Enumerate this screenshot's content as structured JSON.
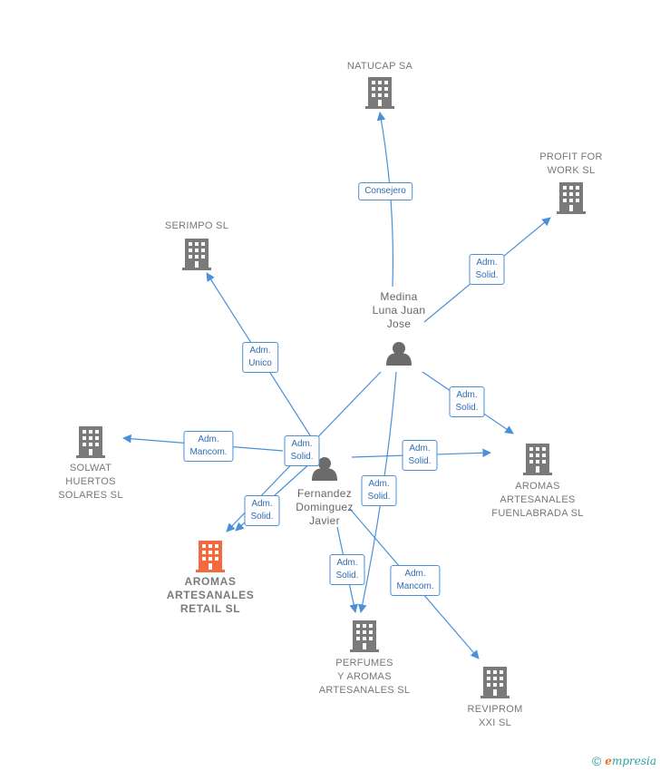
{
  "colors": {
    "edge": "#4a90d9",
    "company": "#7a7a7a",
    "company_main": "#f26a3d",
    "person": "#6b6b6b"
  },
  "nodes": [
    {
      "id": "natucap",
      "type": "company",
      "label": "NATUCAP SA"
    },
    {
      "id": "profit",
      "type": "company",
      "label": "PROFIT FOR\nWORK SL"
    },
    {
      "id": "serimpo",
      "type": "company",
      "label": "SERIMPO SL"
    },
    {
      "id": "medina",
      "type": "person",
      "label": "Medina\nLuna Juan\nJose"
    },
    {
      "id": "solwat",
      "type": "company",
      "label": "SOLWAT\nHUERTOS\nSOLARES SL"
    },
    {
      "id": "fernandez",
      "type": "person",
      "label": "Fernandez\nDominguez\nJavier"
    },
    {
      "id": "aromas_fuen",
      "type": "company",
      "label": "AROMAS\nARTESANALES\nFUENLABRADA SL"
    },
    {
      "id": "aromas_retail",
      "type": "company_main",
      "label": "AROMAS\nARTESANALES\nRETAIL  SL"
    },
    {
      "id": "perfumes",
      "type": "company",
      "label": "PERFUMES\nY AROMAS\nARTESANALES SL"
    },
    {
      "id": "reviprom",
      "type": "company",
      "label": "REVIPROM\nXXI SL"
    }
  ],
  "edges": [
    {
      "from": "medina",
      "to": "natucap",
      "label": "Consejero"
    },
    {
      "from": "medina",
      "to": "profit",
      "label": "Adm.\nSolid."
    },
    {
      "from": "medina",
      "to": "aromas_fuen",
      "label": "Adm.\nSolid."
    },
    {
      "from": "medina",
      "to": "aromas_retail",
      "label": "Adm.\nSolid."
    },
    {
      "from": "medina",
      "to": "perfumes",
      "label": "Adm.\nSolid."
    },
    {
      "from": "fernandez",
      "to": "serimpo",
      "label": "Adm.\nUnico"
    },
    {
      "from": "fernandez",
      "to": "solwat",
      "label": "Adm.\nMancom."
    },
    {
      "from": "fernandez",
      "to": "aromas_retail",
      "label": "Adm.\nSolid."
    },
    {
      "from": "fernandez",
      "to": "aromas_fuen",
      "label": "Adm.\nSolid."
    },
    {
      "from": "fernandez",
      "to": "perfumes",
      "label": "Adm.\nSolid."
    },
    {
      "from": "fernandez",
      "to": "reviprom",
      "label": "Adm.\nMancom."
    }
  ],
  "footer": {
    "copyright": "©",
    "brand_initial": "e",
    "brand_rest": "mpresia"
  }
}
